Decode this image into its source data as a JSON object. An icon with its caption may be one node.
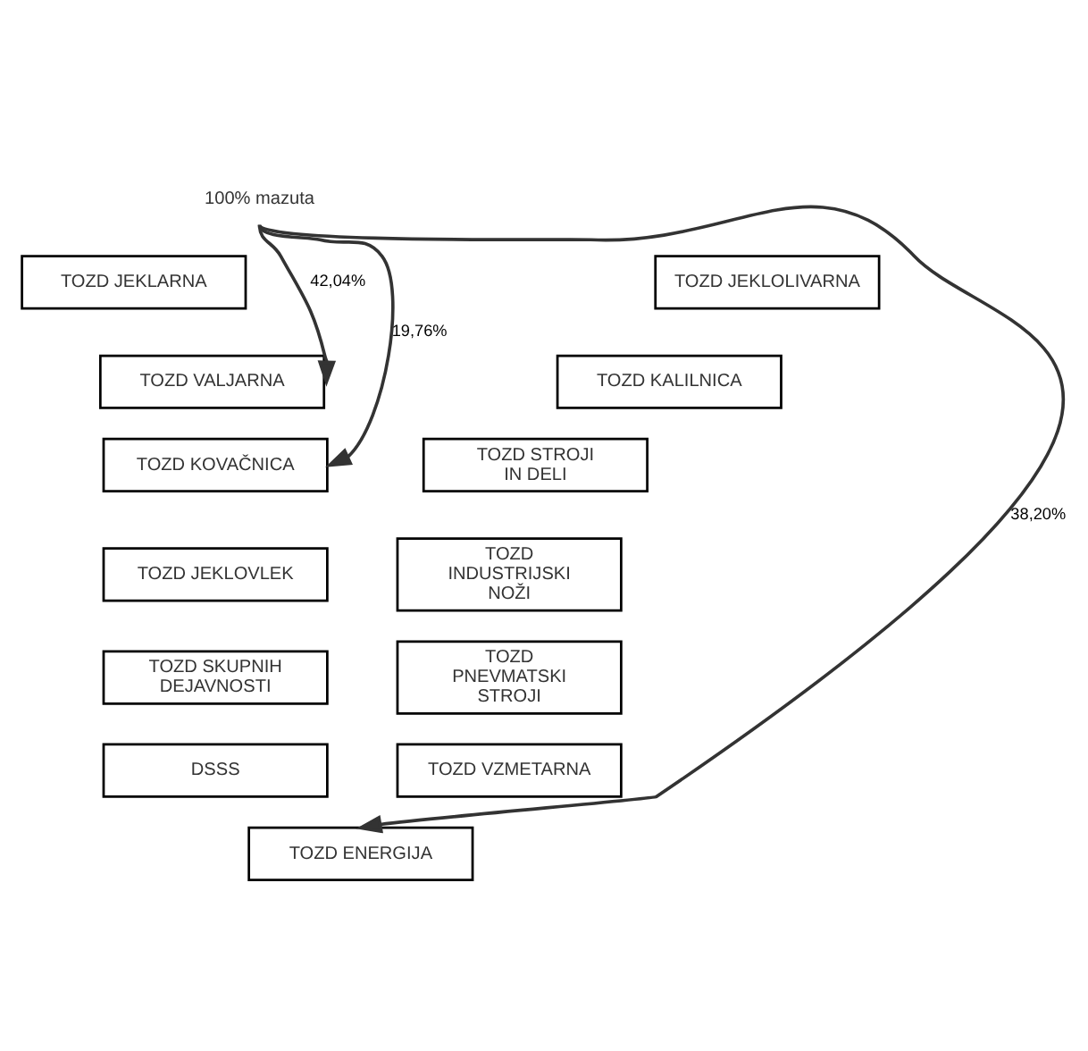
{
  "diagram": {
    "nodes": [
      {
        "text": [
          "100% mazuta"
        ]
      },
      {
        "text": [
          "TOZD JEKLARNA"
        ]
      },
      {
        "text": [
          "TOZD VALJARNA"
        ]
      },
      {
        "text": [
          "TOZD KOVAČNICA"
        ]
      },
      {
        "text": [
          "TOZD JEKLOVLEK"
        ]
      },
      {
        "text": [
          "TOZD SKUPNIH DEJAVNOSTI"
        ]
      },
      {
        "text": [
          "DSSS"
        ]
      },
      {
        "text": [
          "TOZD JEKLOLIVARNA"
        ]
      },
      {
        "text": [
          "TOZD KALILNICA"
        ]
      },
      {
        "text": [
          "TOZD STROJI IN DELI"
        ]
      },
      {
        "text": [
          "TOZD INDUSTRIJSKI NOŽI"
        ]
      },
      {
        "text": [
          "TOZD PNEVMATSKI STROJI"
        ]
      },
      {
        "text": [
          "TOZD VZMETARNA"
        ]
      },
      {
        "text": [
          "TOZD ENERGIJA"
        ]
      }
    ],
    "edges": [
      {
        "from": 0,
        "to": 2,
        "arrow": "to",
        "label": "42,04%"
      },
      {
        "from": 0,
        "to": 3,
        "arrow": "to",
        "label": "19,76%"
      },
      {
        "from": 0,
        "to": 13,
        "arrow": "to",
        "label": "38,20%"
      }
    ]
  }
}
